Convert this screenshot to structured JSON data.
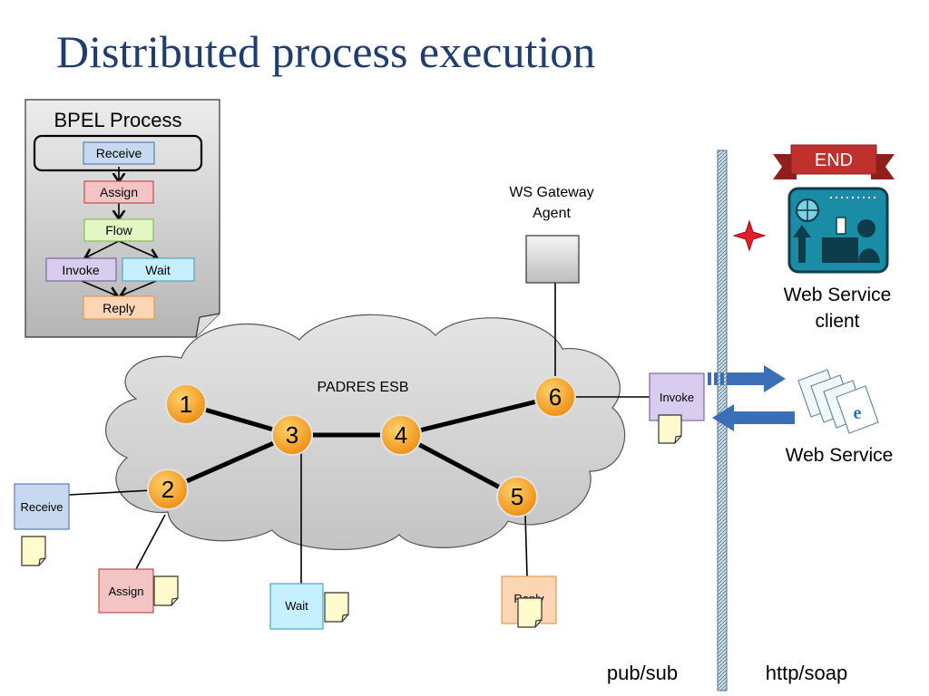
{
  "title": "Distributed process execution",
  "bpel": {
    "heading": "BPEL Process",
    "activities": [
      "Receive",
      "Assign",
      "Flow",
      "Invoke",
      "Wait",
      "Reply"
    ]
  },
  "esb": {
    "label": "PADRES ESB",
    "brokers": [
      "1",
      "2",
      "3",
      "4",
      "5",
      "6"
    ]
  },
  "agents": {
    "receive": "Receive",
    "assign": "Assign",
    "wait": "Wait",
    "reply": "Reply",
    "invoke": "Invoke"
  },
  "gateway": {
    "line1": "WS Gateway",
    "line2": "Agent"
  },
  "end_label": "END",
  "client": {
    "line1": "Web Service",
    "line2": "client"
  },
  "service": {
    "label": "Web Service"
  },
  "bottom": {
    "pubsub": "pub/sub",
    "httpsoap": "http/soap"
  },
  "colors": {
    "title": "#1f3d6e",
    "receive": "#c6d9f1",
    "assign": "#f2c4c4",
    "flow": "#e2f7c4",
    "invoke": "#d9cdef",
    "wait": "#c6efff",
    "reply": "#fcd5b5",
    "broker": "#f5a623",
    "arrow": "#3a6fb7",
    "end_ribbon": "#c0302c"
  }
}
